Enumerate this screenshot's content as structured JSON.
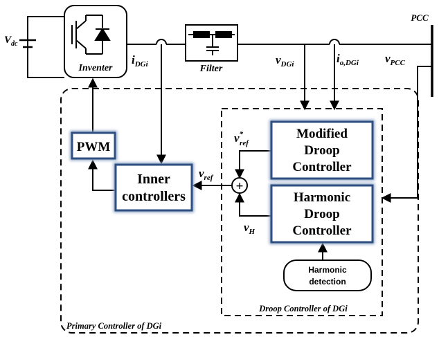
{
  "top": {
    "vdc": {
      "main": "V",
      "sub": "dc"
    },
    "inverter": "Inventer",
    "idgi": {
      "main": "i",
      "sub": "DGi"
    },
    "filter": "Filter",
    "vdgi": {
      "main": "v",
      "sub": "DGi"
    },
    "iodgi": {
      "main": "i",
      "sub": "o,DGi"
    },
    "vpcc": {
      "main": "v",
      "sub": "PCC"
    },
    "pcc": "PCC"
  },
  "blocks": {
    "pwm": "PWM",
    "inner": [
      "Inner",
      "controllers"
    ],
    "modified": [
      "Modified",
      "Droop",
      "Controller"
    ],
    "harmonic_droop": [
      "Harmonic",
      "Droop",
      "Controller"
    ],
    "harmonic_detection": [
      "Harmonic",
      "detection"
    ]
  },
  "signals": {
    "vref": {
      "main": "v",
      "sub": "ref"
    },
    "vref_star": {
      "main": "v",
      "sup": "*",
      "sub": "ref"
    },
    "vh": {
      "main": "v",
      "sub": "H"
    },
    "sum_symbol": "+"
  },
  "regions": {
    "droop": "Droop Controller of DGi",
    "primary": "Primary Controller of DGi"
  }
}
